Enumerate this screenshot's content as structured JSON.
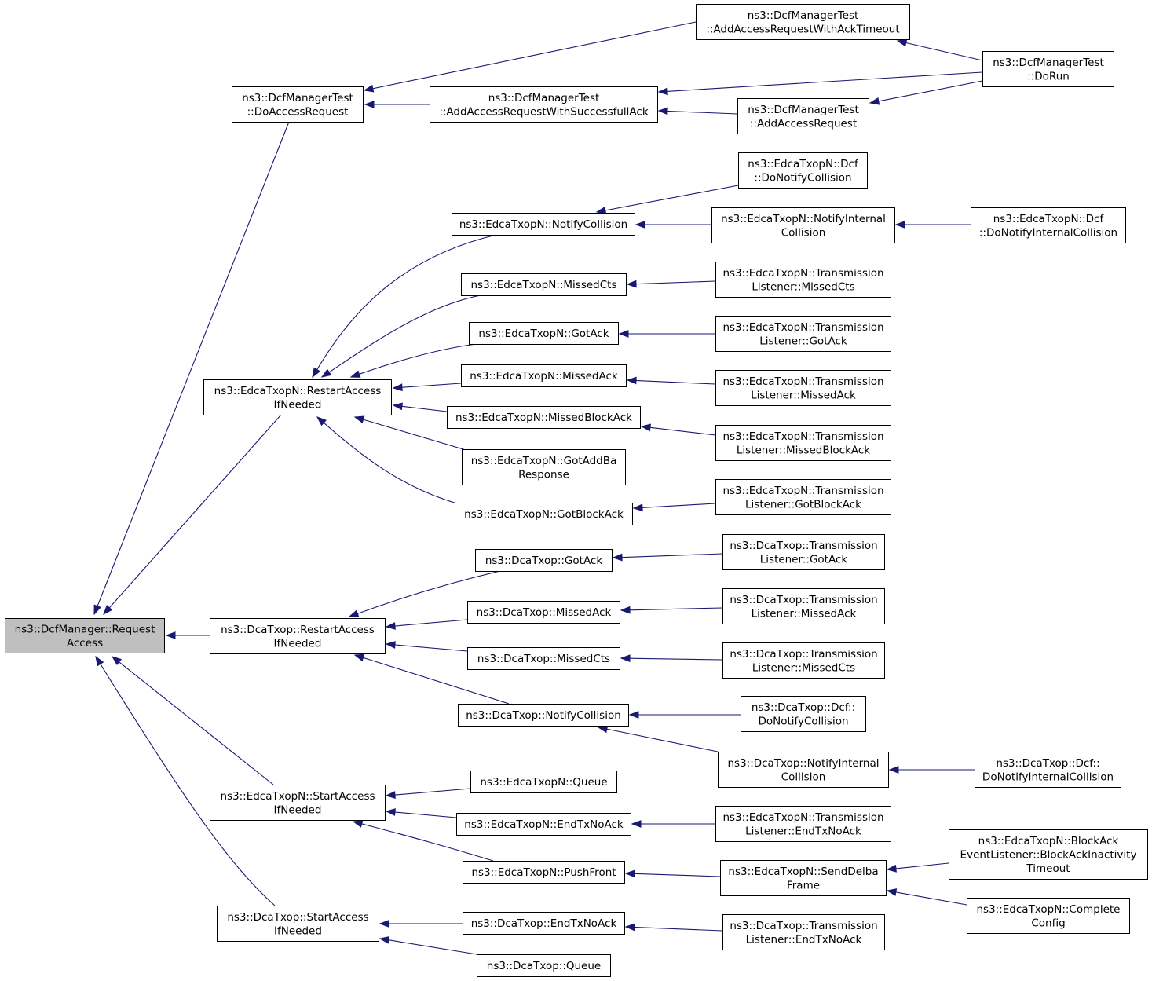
{
  "colors": {
    "edge": "#191970",
    "root_fill": "#bfbfbf",
    "node_fill": "#ffffff",
    "border": "#000000"
  },
  "nodes": [
    {
      "id": "root",
      "lines": [
        "ns3::DcfManager::Request",
        "Access"
      ]
    },
    {
      "id": "dcfmt_doaccessrequest",
      "lines": [
        "ns3::DcfManagerTest",
        "::DoAccessRequest"
      ]
    },
    {
      "id": "dcfmt_addreq_acktimeout",
      "lines": [
        "ns3::DcfManagerTest",
        "::AddAccessRequestWithAckTimeout"
      ]
    },
    {
      "id": "dcfmt_dorun",
      "lines": [
        "ns3::DcfManagerTest",
        "::DoRun"
      ]
    },
    {
      "id": "dcfmt_addreq_successack",
      "lines": [
        "ns3::DcfManagerTest",
        "::AddAccessRequestWithSuccessfullAck"
      ]
    },
    {
      "id": "dcfmt_addaccessrequest",
      "lines": [
        "ns3::DcfManagerTest",
        "::AddAccessRequest"
      ]
    },
    {
      "id": "edca_dcf_donotifycollision",
      "lines": [
        "ns3::EdcaTxopN::Dcf",
        "::DoNotifyCollision"
      ]
    },
    {
      "id": "edca_notifycollision",
      "lines": [
        "ns3::EdcaTxopN::NotifyCollision"
      ]
    },
    {
      "id": "edca_notifyinternalcollision",
      "lines": [
        "ns3::EdcaTxopN::NotifyInternal",
        "Collision"
      ]
    },
    {
      "id": "edca_dcf_donotifyinternalcollision",
      "lines": [
        "ns3::EdcaTxopN::Dcf",
        "::DoNotifyInternalCollision"
      ]
    },
    {
      "id": "edca_missedcts",
      "lines": [
        "ns3::EdcaTxopN::MissedCts"
      ]
    },
    {
      "id": "edca_tl_missedcts",
      "lines": [
        "ns3::EdcaTxopN::Transmission",
        "Listener::MissedCts"
      ]
    },
    {
      "id": "edca_gotack",
      "lines": [
        "ns3::EdcaTxopN::GotAck"
      ]
    },
    {
      "id": "edca_tl_gotack",
      "lines": [
        "ns3::EdcaTxopN::Transmission",
        "Listener::GotAck"
      ]
    },
    {
      "id": "edca_restartaccess",
      "lines": [
        "ns3::EdcaTxopN::RestartAccess",
        "IfNeeded"
      ]
    },
    {
      "id": "edca_missedack",
      "lines": [
        "ns3::EdcaTxopN::MissedAck"
      ]
    },
    {
      "id": "edca_tl_missedack",
      "lines": [
        "ns3::EdcaTxopN::Transmission",
        "Listener::MissedAck"
      ]
    },
    {
      "id": "edca_missedblockack",
      "lines": [
        "ns3::EdcaTxopN::MissedBlockAck"
      ]
    },
    {
      "id": "edca_tl_missedblockack",
      "lines": [
        "ns3::EdcaTxopN::Transmission",
        "Listener::MissedBlockAck"
      ]
    },
    {
      "id": "edca_gotaddbaresponse",
      "lines": [
        "ns3::EdcaTxopN::GotAddBa",
        "Response"
      ]
    },
    {
      "id": "edca_gotblockack",
      "lines": [
        "ns3::EdcaTxopN::GotBlockAck"
      ]
    },
    {
      "id": "edca_tl_gotblockack",
      "lines": [
        "ns3::EdcaTxopN::Transmission",
        "Listener::GotBlockAck"
      ]
    },
    {
      "id": "dca_gotack",
      "lines": [
        "ns3::DcaTxop::GotAck"
      ]
    },
    {
      "id": "dca_tl_gotack",
      "lines": [
        "ns3::DcaTxop::Transmission",
        "Listener::GotAck"
      ]
    },
    {
      "id": "dca_restartaccess",
      "lines": [
        "ns3::DcaTxop::RestartAccess",
        "IfNeeded"
      ]
    },
    {
      "id": "dca_missedack",
      "lines": [
        "ns3::DcaTxop::MissedAck"
      ]
    },
    {
      "id": "dca_tl_missedack",
      "lines": [
        "ns3::DcaTxop::Transmission",
        "Listener::MissedAck"
      ]
    },
    {
      "id": "dca_missedcts",
      "lines": [
        "ns3::DcaTxop::MissedCts"
      ]
    },
    {
      "id": "dca_tl_missedcts",
      "lines": [
        "ns3::DcaTxop::Transmission",
        "Listener::MissedCts"
      ]
    },
    {
      "id": "dca_notifycollision",
      "lines": [
        "ns3::DcaTxop::NotifyCollision"
      ]
    },
    {
      "id": "dca_dcf_donotifycollision",
      "lines": [
        "ns3::DcaTxop::Dcf::",
        "DoNotifyCollision"
      ]
    },
    {
      "id": "dca_notifyinternalcollision",
      "lines": [
        "ns3::DcaTxop::NotifyInternal",
        "Collision"
      ]
    },
    {
      "id": "dca_dcf_donotifyinternalcollision",
      "lines": [
        "ns3::DcaTxop::Dcf::",
        "DoNotifyInternalCollision"
      ]
    },
    {
      "id": "edca_startaccess",
      "lines": [
        "ns3::EdcaTxopN::StartAccess",
        "IfNeeded"
      ]
    },
    {
      "id": "edca_queue",
      "lines": [
        "ns3::EdcaTxopN::Queue"
      ]
    },
    {
      "id": "edca_endtxnoack",
      "lines": [
        "ns3::EdcaTxopN::EndTxNoAck"
      ]
    },
    {
      "id": "edca_tl_endtxnoack",
      "lines": [
        "ns3::EdcaTxopN::Transmission",
        "Listener::EndTxNoAck"
      ]
    },
    {
      "id": "edca_pushfront",
      "lines": [
        "ns3::EdcaTxopN::PushFront"
      ]
    },
    {
      "id": "edca_senddelbaframe",
      "lines": [
        "ns3::EdcaTxopN::SendDelba",
        "Frame"
      ]
    },
    {
      "id": "edca_bael_inactivitytimeout",
      "lines": [
        "ns3::EdcaTxopN::BlockAck",
        "EventListener::BlockAckInactivity",
        "Timeout"
      ]
    },
    {
      "id": "edca_completeconfig",
      "lines": [
        "ns3::EdcaTxopN::Complete",
        "Config"
      ]
    },
    {
      "id": "dca_startaccess",
      "lines": [
        "ns3::DcaTxop::StartAccess",
        "IfNeeded"
      ]
    },
    {
      "id": "dca_endtxnoack",
      "lines": [
        "ns3::DcaTxop::EndTxNoAck"
      ]
    },
    {
      "id": "dca_tl_endtxnoack",
      "lines": [
        "ns3::DcaTxop::Transmission",
        "Listener::EndTxNoAck"
      ]
    },
    {
      "id": "dca_queue",
      "lines": [
        "ns3::DcaTxop::Queue"
      ]
    }
  ],
  "edges": [
    {
      "from": "dcfmt_doaccessrequest",
      "to": "root"
    },
    {
      "from": "edca_restartaccess",
      "to": "root"
    },
    {
      "from": "dca_restartaccess",
      "to": "root"
    },
    {
      "from": "edca_startaccess",
      "to": "root"
    },
    {
      "from": "dca_startaccess",
      "to": "root"
    },
    {
      "from": "dcfmt_addreq_acktimeout",
      "to": "dcfmt_doaccessrequest"
    },
    {
      "from": "dcfmt_addreq_successack",
      "to": "dcfmt_doaccessrequest"
    },
    {
      "from": "dcfmt_dorun",
      "to": "dcfmt_addreq_acktimeout"
    },
    {
      "from": "dcfmt_dorun",
      "to": "dcfmt_addreq_successack"
    },
    {
      "from": "dcfmt_addaccessrequest",
      "to": "dcfmt_addreq_successack"
    },
    {
      "from": "dcfmt_dorun",
      "to": "dcfmt_addaccessrequest"
    },
    {
      "from": "edca_notifycollision",
      "to": "edca_restartaccess"
    },
    {
      "from": "edca_missedcts",
      "to": "edca_restartaccess"
    },
    {
      "from": "edca_gotack",
      "to": "edca_restartaccess"
    },
    {
      "from": "edca_missedack",
      "to": "edca_restartaccess"
    },
    {
      "from": "edca_missedblockack",
      "to": "edca_restartaccess"
    },
    {
      "from": "edca_gotaddbaresponse",
      "to": "edca_restartaccess"
    },
    {
      "from": "edca_gotblockack",
      "to": "edca_restartaccess"
    },
    {
      "from": "edca_dcf_donotifycollision",
      "to": "edca_notifycollision"
    },
    {
      "from": "edca_notifyinternalcollision",
      "to": "edca_notifycollision"
    },
    {
      "from": "edca_dcf_donotifyinternalcollision",
      "to": "edca_notifyinternalcollision"
    },
    {
      "from": "edca_tl_missedcts",
      "to": "edca_missedcts"
    },
    {
      "from": "edca_tl_gotack",
      "to": "edca_gotack"
    },
    {
      "from": "edca_tl_missedack",
      "to": "edca_missedack"
    },
    {
      "from": "edca_tl_missedblockack",
      "to": "edca_missedblockack"
    },
    {
      "from": "edca_tl_gotblockack",
      "to": "edca_gotblockack"
    },
    {
      "from": "dca_gotack",
      "to": "dca_restartaccess"
    },
    {
      "from": "dca_missedack",
      "to": "dca_restartaccess"
    },
    {
      "from": "dca_missedcts",
      "to": "dca_restartaccess"
    },
    {
      "from": "dca_notifycollision",
      "to": "dca_restartaccess"
    },
    {
      "from": "dca_tl_gotack",
      "to": "dca_gotack"
    },
    {
      "from": "dca_tl_missedack",
      "to": "dca_missedack"
    },
    {
      "from": "dca_tl_missedcts",
      "to": "dca_missedcts"
    },
    {
      "from": "dca_dcf_donotifycollision",
      "to": "dca_notifycollision"
    },
    {
      "from": "dca_notifyinternalcollision",
      "to": "dca_notifycollision"
    },
    {
      "from": "dca_dcf_donotifyinternalcollision",
      "to": "dca_notifyinternalcollision"
    },
    {
      "from": "edca_queue",
      "to": "edca_startaccess"
    },
    {
      "from": "edca_endtxnoack",
      "to": "edca_startaccess"
    },
    {
      "from": "edca_pushfront",
      "to": "edca_startaccess"
    },
    {
      "from": "edca_tl_endtxnoack",
      "to": "edca_endtxnoack"
    },
    {
      "from": "edca_senddelbaframe",
      "to": "edca_pushfront"
    },
    {
      "from": "edca_bael_inactivitytimeout",
      "to": "edca_senddelbaframe"
    },
    {
      "from": "edca_completeconfig",
      "to": "edca_senddelbaframe"
    },
    {
      "from": "dca_endtxnoack",
      "to": "dca_startaccess"
    },
    {
      "from": "dca_queue",
      "to": "dca_startaccess"
    },
    {
      "from": "dca_tl_endtxnoack",
      "to": "dca_endtxnoack"
    }
  ]
}
